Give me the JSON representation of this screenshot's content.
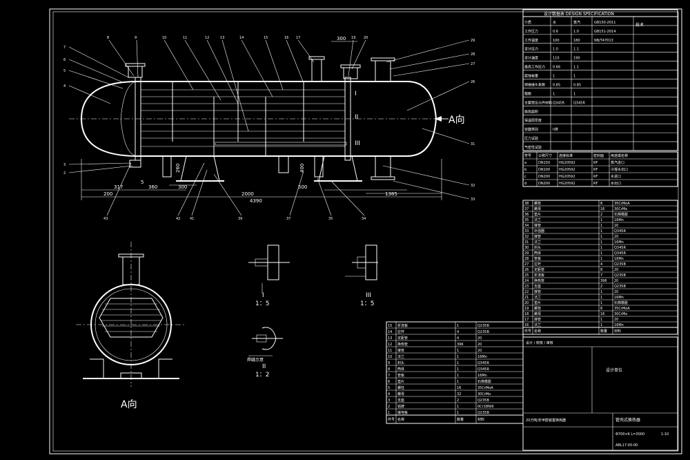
{
  "spec": {
    "title": "设计数据表  DESIGN SPECIFICATION",
    "notes_header": "技术",
    "main_rows": [
      "介质",
      "工作压力",
      "工作温度",
      "设计压力",
      "设计温度",
      "最高工作压力",
      "腐蚀裕量",
      "焊接接头系数",
      "程数",
      "主要受压元件材料",
      "换热面积",
      "保温层厚度",
      "容器类别",
      "压力试验",
      "气密性试验"
    ],
    "col_values": [
      "水",
      "0.6",
      "100",
      "1.0",
      "110",
      "0.66",
      "1",
      "0.85",
      "1",
      "Q345R",
      "",
      "",
      "II类",
      "",
      ""
    ],
    "col2_values": [
      "蒸汽",
      "1.0",
      "180",
      "1.1",
      "190",
      "1.1",
      "1",
      "0.85",
      "1",
      "Q345R",
      "",
      "",
      "",
      "",
      ""
    ],
    "remarks": [
      "GB150-2011",
      "GB151-2014",
      "NB/T47013",
      "",
      "",
      "",
      "",
      "",
      "",
      "",
      "",
      "",
      "",
      "",
      ""
    ]
  },
  "nozzle_table": {
    "headers": [
      "符号",
      "公称尺寸",
      "连接标准",
      "密封面",
      "用途或名称"
    ],
    "rows": [
      [
        "a",
        "DN150",
        "HG20592",
        "RF",
        "蒸汽进口"
      ],
      [
        "b",
        "DN100",
        "HG20592",
        "RF",
        "冷凝水出口"
      ],
      [
        "c",
        "DN200",
        "HG20592",
        "RF",
        "水进口"
      ],
      [
        "d",
        "DN200",
        "HG20592",
        "RF",
        "水出口"
      ]
    ]
  },
  "bom_right": {
    "rows": [
      [
        "38",
        "螺栓",
        "8",
        "35CrMoA"
      ],
      [
        "37",
        "螺母",
        "16",
        "30CrMo"
      ],
      [
        "36",
        "垫片",
        "2",
        "石棉橡胶"
      ],
      [
        "35",
        "法兰",
        "1",
        "16Mn"
      ],
      [
        "34",
        "接管",
        "1",
        "20"
      ],
      [
        "33",
        "补强圈",
        "1",
        "Q345R"
      ],
      [
        "32",
        "接管",
        "1",
        "20"
      ],
      [
        "31",
        "法兰",
        "1",
        "16Mn"
      ],
      [
        "30",
        "封头",
        "1",
        "Q345R"
      ],
      [
        "29",
        "筒体",
        "1",
        "Q345R"
      ],
      [
        "28",
        "管板",
        "1",
        "16Mn"
      ],
      [
        "27",
        "拉杆",
        "4",
        "Q235B"
      ],
      [
        "26",
        "定距管",
        "8",
        "20"
      ],
      [
        "25",
        "折流板",
        "7",
        "Q235B"
      ],
      [
        "24",
        "换热管",
        "396",
        "20"
      ],
      [
        "23",
        "支座",
        "2",
        "Q235B"
      ],
      [
        "22",
        "接管",
        "1",
        "20"
      ],
      [
        "21",
        "法兰",
        "1",
        "16Mn"
      ],
      [
        "20",
        "垫片",
        "1",
        "石棉橡胶"
      ],
      [
        "19",
        "螺栓",
        "8",
        "35CrMoA"
      ],
      [
        "18",
        "螺母",
        "16",
        "30CrMo"
      ],
      [
        "17",
        "接管",
        "1",
        "20"
      ],
      [
        "16",
        "法兰",
        "1",
        "16Mn"
      ]
    ],
    "header": [
      "件号",
      "名称",
      "数量",
      "材料"
    ]
  },
  "bom_left": {
    "rows": [
      [
        "15",
        "折流板",
        "1",
        "Q235B"
      ],
      [
        "14",
        "拉杆",
        "4",
        "Q235B"
      ],
      [
        "13",
        "定距管",
        "4",
        "20"
      ],
      [
        "12",
        "换热管",
        "396",
        "20"
      ],
      [
        "11",
        "接管",
        "1",
        "20"
      ],
      [
        "10",
        "法兰",
        "1",
        "16Mn"
      ],
      [
        "9",
        "封头",
        "1",
        "Q345R"
      ],
      [
        "8",
        "筒体",
        "1",
        "Q345R"
      ],
      [
        "7",
        "管板",
        "1",
        "16Mn"
      ],
      [
        "6",
        "垫片",
        "1",
        "石棉橡胶"
      ],
      [
        "5",
        "螺柱",
        "16",
        "35CrMoA"
      ],
      [
        "4",
        "螺母",
        "32",
        "30CrMo"
      ],
      [
        "3",
        "支座",
        "2",
        "Q235B"
      ],
      [
        "2",
        "铭牌",
        "1",
        "0Cr18Ni9"
      ],
      [
        "1",
        "接地板",
        "1",
        "Q235B"
      ]
    ],
    "header": [
      "件号",
      "名称",
      "数量",
      "材料"
    ]
  },
  "title_block": {
    "company": "设计单位",
    "project": "20万吨/年甲醇装置换热器",
    "drawing_title": "管壳式换热器",
    "drawing_no": "ABL17-00-00",
    "spec_line": "Φ700×6 L=3000",
    "scale": "1:10",
    "designed": "设计",
    "checked": "校核",
    "approved": "审核"
  },
  "labels": {
    "a_view": "A向",
    "a_view_main": "A向",
    "detail_1": "I",
    "detail_1_scale": "1：5",
    "detail_2": "II",
    "detail_2_scale": "1：2",
    "detail_3": "III",
    "detail_3_scale": "1：5",
    "weld_note": "焊缝示意"
  },
  "dims": {
    "d200": "200",
    "d317": "317",
    "d360": "360",
    "d300": "300",
    "d2000": "2000",
    "d4390": "4390",
    "d1385": "1385",
    "d500": "500",
    "d260": "260",
    "d5": "5",
    "d400": "400"
  }
}
